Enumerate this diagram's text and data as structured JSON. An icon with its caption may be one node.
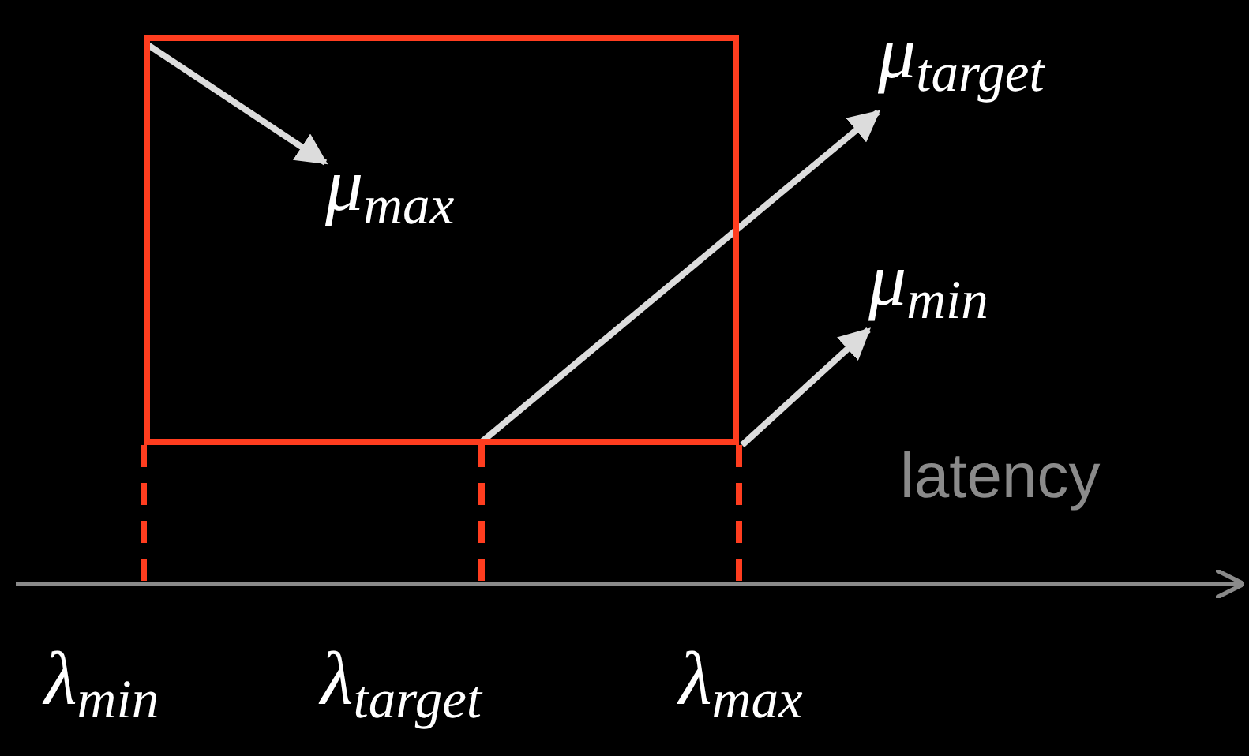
{
  "diagram": {
    "nodes": [
      {
        "text": [],
        "shape": "box"
      },
      {
        "text": [
          "μ$_{max}$"
        ],
        "in": 0
      },
      {
        "text": [
          "μ$_{target}$"
        ]
      },
      {
        "text": [
          "μ$_{min}$"
        ]
      }
    ],
    "edges": [
      {
        "from": 0,
        "to": 1,
        "arrow": "to"
      },
      {
        "from": 0,
        "to": 2,
        "arrow": "to"
      },
      {
        "from": 0,
        "to": 3,
        "arrow": "to"
      }
    ],
    "labels": [
      "latency",
      "λ$_{min}$",
      "λ$_{target}$",
      "λ$_{max}$"
    ]
  }
}
